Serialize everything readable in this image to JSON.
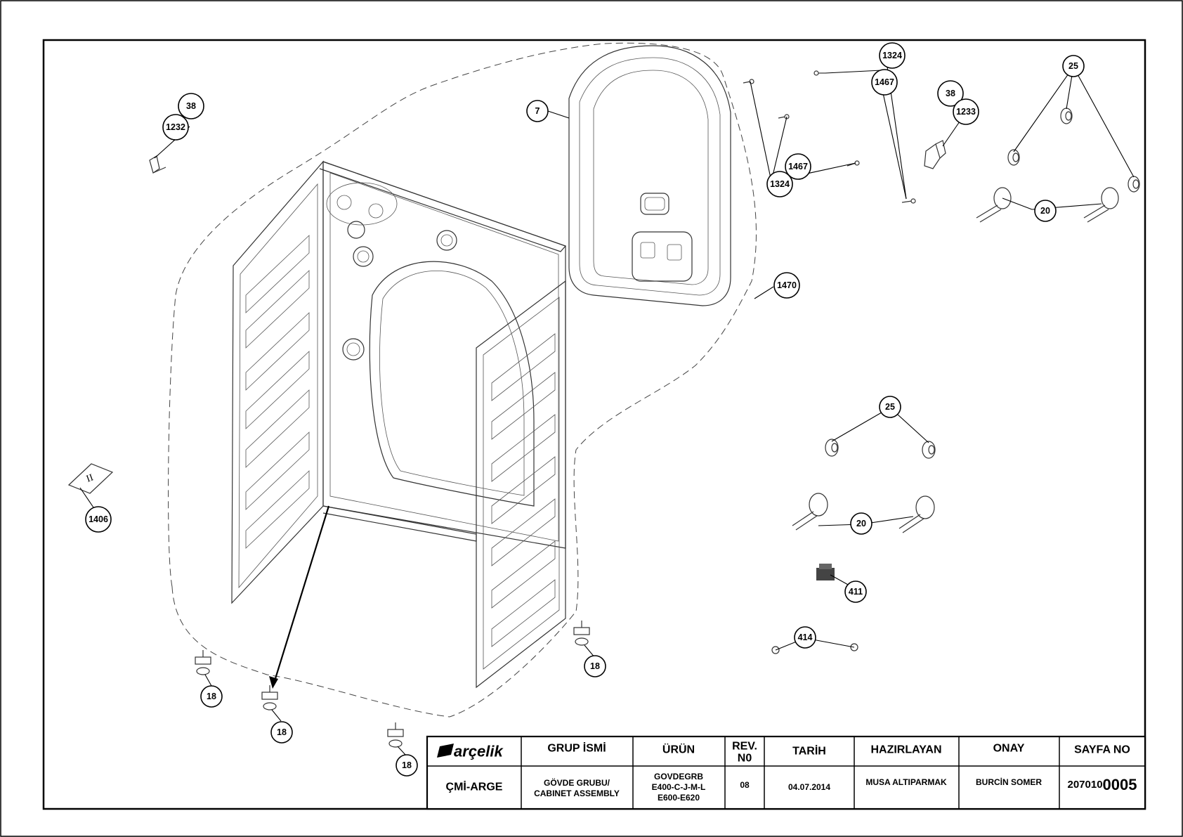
{
  "callouts": {
    "c1324a": "1324",
    "c1467a": "1467",
    "c25a": "25",
    "c38a": "38",
    "c1233": "1233",
    "c38b": "38",
    "c1232": "1232",
    "c7": "7",
    "c1467b": "1467",
    "c1324b": "1324",
    "c20a": "20",
    "c1470": "1470",
    "c25b": "25",
    "c20b": "20",
    "c1406": "1406",
    "c411": "411",
    "c414": "414",
    "c18a": "18",
    "c18b": "18",
    "c18c": "18",
    "c18d": "18"
  },
  "label_plate_symbol": "II",
  "title_block": {
    "logo_text": "arçelik",
    "grup_head": "GRUP İSMİ",
    "urun_head": "ÜRÜN",
    "rev_head_1": "REV.",
    "rev_head_2": "N0",
    "tarih_head": "TARİH",
    "hazirlayan_head": "HAZIRLAYAN",
    "onay_head": "ONAY",
    "sayfa_head": "SAYFA NO",
    "dept": "ÇMİ-ARGE",
    "grup_line1": "GÖVDE GRUBU/",
    "grup_line2": "CABINET ASSEMBLY",
    "urun_line1": "GOVDEGRB",
    "urun_line2": "E400-C-J-M-L",
    "urun_line3": "E600-E620",
    "rev": "08",
    "tarih": "04.07.2014",
    "hazirlayan": "MUSA ALTIPARMAK",
    "onay": "BURCİN SOMER",
    "sayfa_prefix": "207010",
    "sayfa_suffix": "0005"
  }
}
